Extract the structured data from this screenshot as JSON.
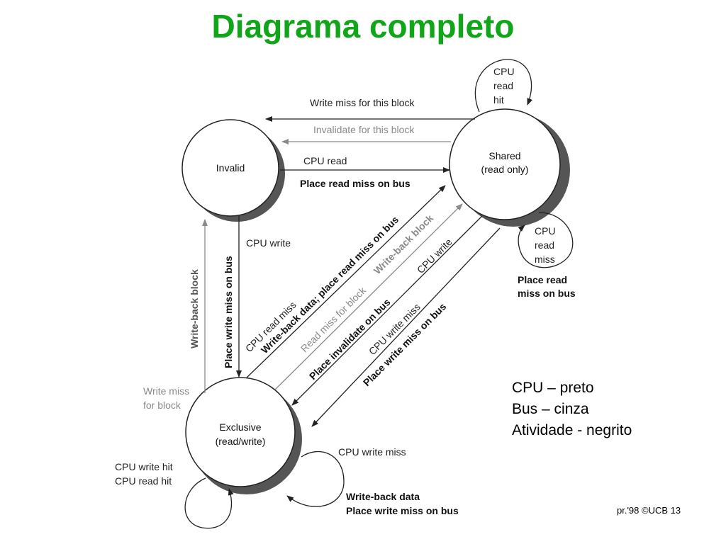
{
  "title": "Diagrama completo",
  "states": {
    "invalid": "Invalid",
    "shared_1": "Shared",
    "shared_2": "(read only)",
    "exclusive_1": "Exclusive",
    "exclusive_2": "(read/write)"
  },
  "transitions": {
    "write_miss_for_block": "Write miss for this block",
    "invalidate_for_block": "Invalidate for this block",
    "cpu_read": "CPU read",
    "place_read_miss": "Place read miss on bus",
    "cpu_read_hit_1": "CPU",
    "cpu_read_hit_2": "read",
    "cpu_read_hit_3": "hit",
    "cpu_read_miss_1": "CPU",
    "cpu_read_miss_2": "read",
    "cpu_read_miss_3": "miss",
    "place_read_1": "Place read",
    "place_read_2": "miss on bus",
    "cpu_write": "CPU write",
    "place_write_miss": "Place write miss on bus",
    "write_back_block": "Write-back block",
    "cpu_read_miss_diag": "CPU read miss",
    "write_back_place_read": "Write-back data; place read miss on bus",
    "read_miss_for_block": "Read miss for block",
    "write_back_block_diag": "Write-back block",
    "cpu_write_diag": "CPU write",
    "place_invalidate": "Place invalidate on bus",
    "cpu_write_miss_diag": "CPU write miss",
    "place_write_miss_diag": "Place write miss on bus",
    "write_miss_for_block_1": "Write miss",
    "write_miss_for_block_2": "for block",
    "cpu_write_hit": "CPU write hit",
    "cpu_read_hit": "CPU read hit",
    "cpu_write_miss": "CPU write miss",
    "write_back_data": "Write-back data",
    "place_write_miss_bus": "Place write miss on bus"
  },
  "legend": {
    "cpu": "CPU – preto",
    "bus": "Bus – cinza",
    "activity": "Atividade - negrito"
  },
  "footer": "pr.'98 ©UCB 13",
  "colors": {
    "title": "#11a51a",
    "cpu_arrow": "#222222",
    "bus_arrow": "#8a8a8a"
  }
}
